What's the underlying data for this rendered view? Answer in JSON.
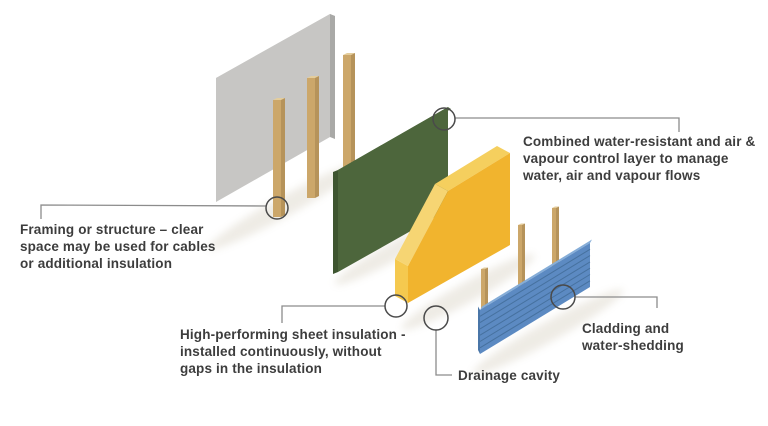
{
  "labels": {
    "framing": {
      "lines": [
        "Framing or structure – clear",
        "space may be used for cables",
        "or additional insulation"
      ]
    },
    "control_layer": {
      "lines": [
        "Combined water-resistant and air &",
        "vapour control layer to manage",
        "water, air and vapour flows"
      ]
    },
    "insulation": {
      "lines": [
        "High-performing sheet insulation -",
        "installed continuously, without",
        "gaps in the insulation"
      ]
    },
    "drainage": {
      "lines": [
        "Drainage cavity"
      ]
    },
    "cladding": {
      "lines": [
        "Cladding and",
        "water-shedding"
      ]
    }
  },
  "colors": {
    "background": "#FFFFFF",
    "text": "#3D3D3D",
    "leader_line": "#8C8C8C",
    "callout_circle": "#4A4A4A",
    "shadow": "#DAD4C6",
    "gray_panel": "#C7C6C4",
    "gray_panel_edge": "#A9A9A7",
    "gray_panel_top": "#DBDAD8",
    "green_panel": "#4D663C",
    "green_panel_edge": "#3E5530",
    "green_panel_top": "#5A7547",
    "yellow_panel": "#F1B42E",
    "yellow_panel_side": "#F5C94F",
    "yellow_panel_chamfer": "#F6D573",
    "yellow_panel_top": "#F5CF5E",
    "blue_panel": "#5C8AC2",
    "blue_panel_lines": "#46719F",
    "blue_panel_top": "#85ADD8",
    "blue_panel_end": "#4A76A8",
    "wood_front": "#CCA76A",
    "wood_side": "#B6935A",
    "wood_top": "#E4CD9C"
  }
}
